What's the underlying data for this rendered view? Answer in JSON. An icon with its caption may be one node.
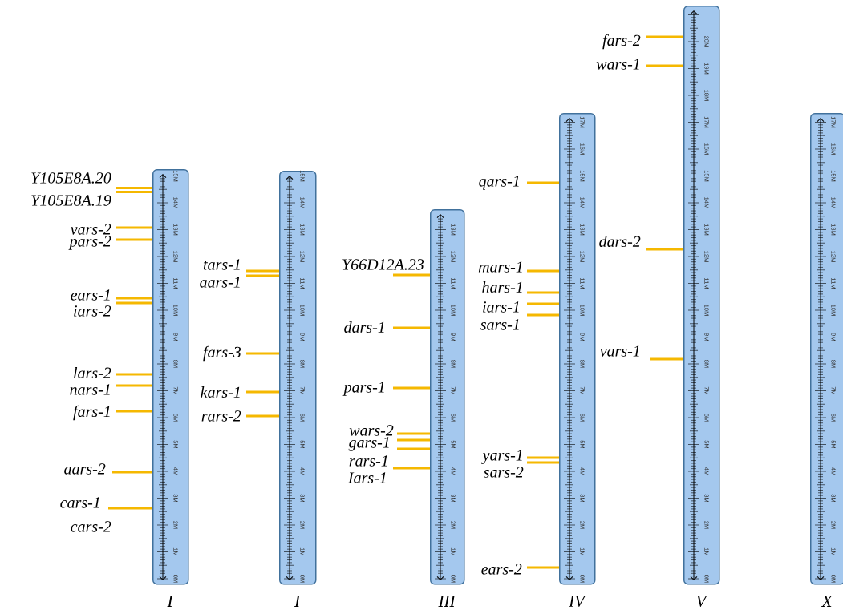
{
  "diagram": {
    "nodes": [
      {
        "text": [
          "I"
        ]
      },
      {
        "text": [
          "I"
        ]
      },
      {
        "text": [
          "III"
        ]
      },
      {
        "text": [
          "IV"
        ]
      },
      {
        "text": [
          "V"
        ]
      },
      {
        "text": [
          "X"
        ]
      },
      {
        "text": [
          "Y105E8A.20"
        ]
      },
      {
        "text": [
          "Y105E8A.19"
        ]
      },
      {
        "text": [
          "vars-2"
        ]
      },
      {
        "text": [
          "pars-2"
        ]
      },
      {
        "text": [
          "ears-1"
        ]
      },
      {
        "text": [
          "iars-2"
        ]
      },
      {
        "text": [
          "lars-2"
        ]
      },
      {
        "text": [
          "nars-1"
        ]
      },
      {
        "text": [
          "fars-1"
        ]
      },
      {
        "text": [
          "aars-2"
        ]
      },
      {
        "text": [
          "cars-1"
        ]
      },
      {
        "text": [
          "tars-1"
        ]
      },
      {
        "text": [
          "aars-1"
        ]
      },
      {
        "text": [
          "fars-3"
        ]
      },
      {
        "text": [
          "kars-1"
        ]
      },
      {
        "text": [
          "rars-2"
        ]
      },
      {
        "text": [
          "Y66D12A.23"
        ]
      },
      {
        "text": [
          "dars-1"
        ]
      },
      {
        "text": [
          "pars-1"
        ]
      },
      {
        "text": [
          "wars-2"
        ]
      },
      {
        "text": [
          "gars-1"
        ]
      },
      {
        "text": [
          "rars-1"
        ]
      },
      {
        "text": [
          "Iars-1"
        ]
      },
      {
        "text": [
          "qars-1"
        ]
      },
      {
        "text": [
          "mars-1"
        ]
      },
      {
        "text": [
          "hars-1"
        ]
      },
      {
        "text": [
          "iars-1"
        ]
      },
      {
        "text": [
          "sars-1"
        ]
      },
      {
        "text": [
          "yars-1"
        ]
      },
      {
        "text": [
          "sars-2"
        ]
      },
      {
        "text": [
          "ears-2"
        ]
      },
      {
        "text": [
          "fars-2"
        ]
      },
      {
        "text": [
          "wars-1"
        ]
      },
      {
        "text": [
          "dars-2"
        ]
      },
      {
        "text": [
          "vars-1"
        ]
      }
    ],
    "edges": [
      {
        "from": 6,
        "to": 0,
        "arrow": "none"
      },
      {
        "from": 7,
        "to": 0,
        "arrow": "none"
      },
      {
        "from": 8,
        "to": 0,
        "arrow": "none"
      },
      {
        "from": 9,
        "to": 0,
        "arrow": "none"
      },
      {
        "from": 10,
        "to": 0,
        "arrow": "none"
      },
      {
        "from": 11,
        "to": 0,
        "arrow": "none"
      },
      {
        "from": 12,
        "to": 0,
        "arrow": "none"
      },
      {
        "from": 13,
        "to": 0,
        "arrow": "none"
      },
      {
        "from": 14,
        "to": 0,
        "arrow": "none"
      },
      {
        "from": 15,
        "to": 0,
        "arrow": "none"
      },
      {
        "from": 16,
        "to": 0,
        "arrow": "none"
      },
      {
        "from": 17,
        "to": 1,
        "arrow": "none"
      },
      {
        "from": 18,
        "to": 1,
        "arrow": "none"
      },
      {
        "from": 19,
        "to": 1,
        "arrow": "none"
      },
      {
        "from": 20,
        "to": 1,
        "arrow": "none"
      },
      {
        "from": 21,
        "to": 1,
        "arrow": "none"
      },
      {
        "from": 22,
        "to": 2,
        "arrow": "none"
      },
      {
        "from": 23,
        "to": 2,
        "arrow": "none"
      },
      {
        "from": 24,
        "to": 2,
        "arrow": "none"
      },
      {
        "from": 25,
        "to": 2,
        "arrow": "none"
      },
      {
        "from": 26,
        "to": 2,
        "arrow": "none"
      },
      {
        "from": 27,
        "to": 2,
        "arrow": "none"
      },
      {
        "from": 28,
        "to": 2,
        "arrow": "none"
      },
      {
        "from": 29,
        "to": 3,
        "arrow": "none"
      },
      {
        "from": 30,
        "to": 3,
        "arrow": "none"
      },
      {
        "from": 31,
        "to": 3,
        "arrow": "none"
      },
      {
        "from": 32,
        "to": 3,
        "arrow": "none"
      },
      {
        "from": 33,
        "to": 3,
        "arrow": "none"
      },
      {
        "from": 34,
        "to": 3,
        "arrow": "none"
      },
      {
        "from": 35,
        "to": 3,
        "arrow": "none"
      },
      {
        "from": 36,
        "to": 3,
        "arrow": "none"
      },
      {
        "from": 37,
        "to": 4,
        "arrow": "none"
      },
      {
        "from": 38,
        "to": 4,
        "arrow": "none"
      },
      {
        "from": 39,
        "to": 4,
        "arrow": "none"
      },
      {
        "from": 40,
        "to": 4,
        "arrow": "none"
      }
    ],
    "labels": [
      "cars-2",
      "0M",
      "1M",
      "2M",
      "3M",
      "4M",
      "5M",
      "6M",
      "7M",
      "8M",
      "9M",
      "10M",
      "11M",
      "12M",
      "13M",
      "14M",
      "15M",
      "0M",
      "1M",
      "2M",
      "3M",
      "4M",
      "5M",
      "6M",
      "7M",
      "8M",
      "9M",
      "10M",
      "11M",
      "12M",
      "13M",
      "14M",
      "15M",
      "0M",
      "1M",
      "2M",
      "3M",
      "4M",
      "5M",
      "6M",
      "7M",
      "8M",
      "9M",
      "10M",
      "11M",
      "12M",
      "13M",
      "0M",
      "1M",
      "2M",
      "3M",
      "4M",
      "5M",
      "6M",
      "7M",
      "8M",
      "9M",
      "10M",
      "11M",
      "12M",
      "13M",
      "14M",
      "15M",
      "16M",
      "17M",
      "0M",
      "1M",
      "2M",
      "3M",
      "4M",
      "5M",
      "6M",
      "7M",
      "8M",
      "9M",
      "10M",
      "11M",
      "12M",
      "13M",
      "14M",
      "15M",
      "16M",
      "17M",
      "18M",
      "19M",
      "20M",
      "0M",
      "1M",
      "2M",
      "3M",
      "4M",
      "5M",
      "6M",
      "7M",
      "8M",
      "9M",
      "10M",
      "11M",
      "12M",
      "13M",
      "14M",
      "15M",
      "16M",
      "17M"
    ]
  }
}
